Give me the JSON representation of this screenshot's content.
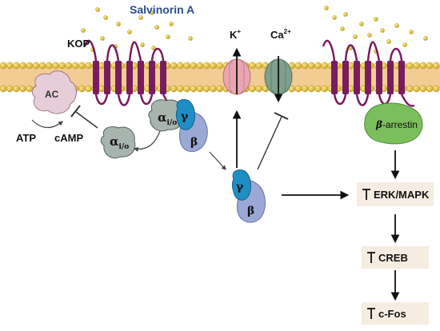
{
  "labels": {
    "salvinorin": "Salvinorin A",
    "kop": "KOP",
    "k_ion": "K",
    "k_sup": "+",
    "ca_ion": "Ca",
    "ca_sup": "2+",
    "ac": "AC",
    "atp": "ATP",
    "camp": "cAMP",
    "alpha": "α",
    "alpha_sub": "i/o",
    "gamma": "γ",
    "beta": "β",
    "arrestin_greek": "β",
    "arrestin_text": "-arrestin"
  },
  "pathway": [
    {
      "label": "ERK/MAPK"
    },
    {
      "label": "CREB"
    },
    {
      "label": "c-Fos"
    }
  ],
  "colors": {
    "ligand": "#c8b400",
    "membrane_core": "#f3cc93",
    "lipid_head": "#e3c64a",
    "receptor": "#7a1d5e",
    "k_channel": "#e9a6b2",
    "ca_channel": "#7ea08c",
    "ac": "#e7cdd7",
    "alpha": "#a8b4ae",
    "gamma": "#1f8ec4",
    "beta": "#9ba8d6",
    "arrestin": "#7bbf5c",
    "pathway_box": "#f5ede1",
    "inhibit": "#333333"
  },
  "icons": {
    "up_arrow": "up-regulation-icon"
  }
}
